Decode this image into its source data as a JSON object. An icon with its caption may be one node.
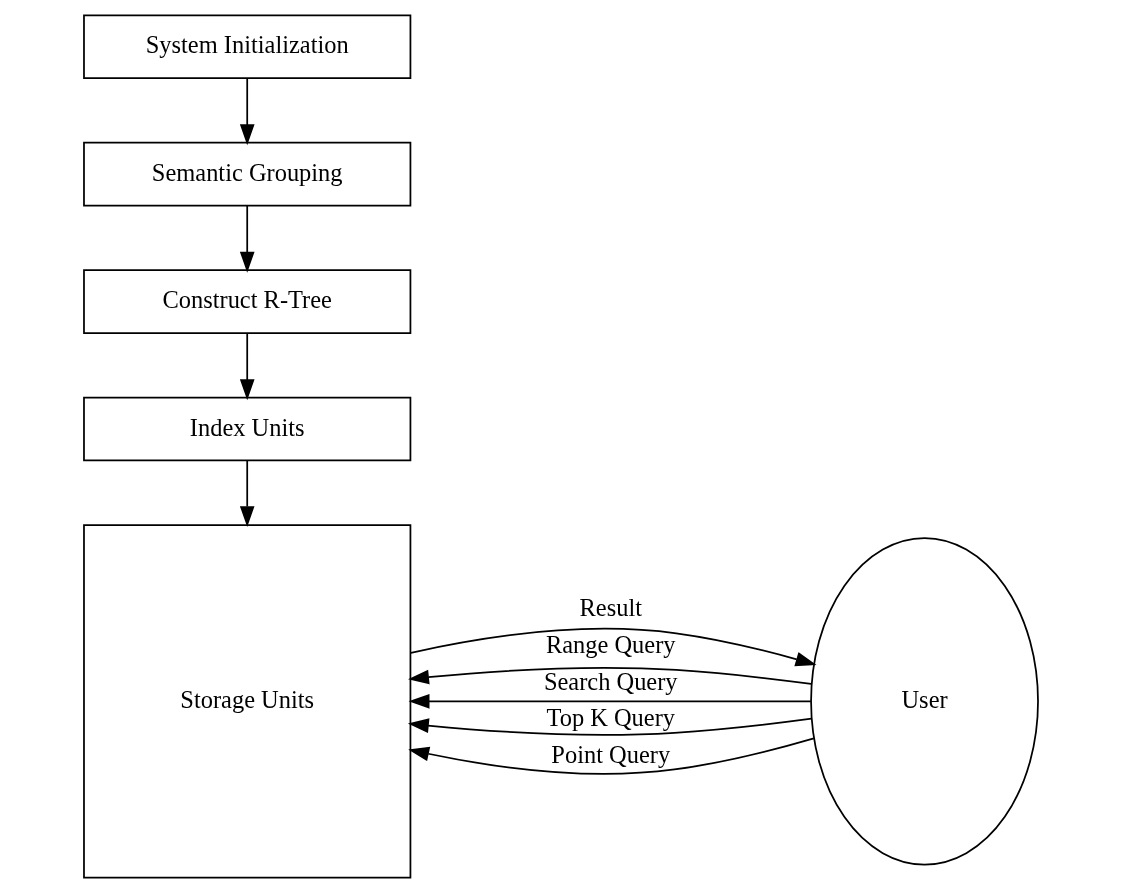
{
  "diagram": {
    "nodes": [
      {
        "text": [
          "System Initialization"
        ]
      },
      {
        "text": [
          "Semantic Grouping"
        ]
      },
      {
        "text": [
          "Construct R-Tree"
        ]
      },
      {
        "text": [
          "Index Units"
        ]
      },
      {
        "text": [
          "Storage Units"
        ]
      },
      {
        "text": [
          "User"
        ]
      }
    ],
    "edges": [
      {
        "from": 0,
        "to": 1,
        "arrow": "to"
      },
      {
        "from": 1,
        "to": 2,
        "arrow": "to"
      },
      {
        "from": 2,
        "to": 3,
        "arrow": "to"
      },
      {
        "from": 3,
        "to": 4,
        "arrow": "to"
      },
      {
        "from": 5,
        "to": 4,
        "arrow": "to",
        "label": "Top K Query"
      },
      {
        "from": 5,
        "to": 4,
        "arrow": "to",
        "label": "Range Query"
      },
      {
        "from": 4,
        "to": 5,
        "arrow": "to",
        "label": "Result"
      },
      {
        "from": 5,
        "to": 4,
        "arrow": "to",
        "label": "Point Query"
      },
      {
        "from": 5,
        "to": 4,
        "arrow": "to",
        "label": "Search Query"
      }
    ]
  }
}
